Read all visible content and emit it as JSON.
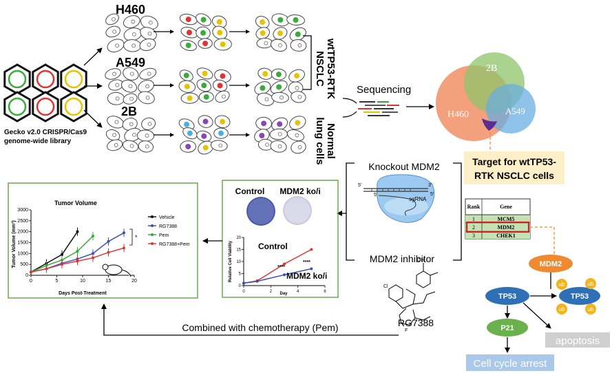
{
  "labels": {
    "h460": "H460",
    "a549": "A549",
    "b2": "2B",
    "nsclc_line1": "wtTP53-RTK",
    "nsclc_line2": "NSCLC",
    "normal_line1": "Normal",
    "normal_line2": "lung cells",
    "library_line1": "Gecko v2.0 CRISPR/Cas9",
    "library_line2": "genome-wide library",
    "sequencing": "Sequencing",
    "target_line1": "Target for wtTP53-",
    "target_line2": "RTK NSCLC cells",
    "knockout": "Knockout MDM2",
    "sgrna": "sgRNA",
    "inhibitor": "MDM2 inhibitor",
    "drug": "RG7388",
    "combined": "Combined with chemotherapy (Pem)",
    "plate_control": "Control",
    "plate_ko": "MDM2 ko/i",
    "mdm2": "MDM2",
    "tp53": "TP53",
    "tp53_ub": "TP53",
    "ub": "ub",
    "p21": "P21",
    "apoptosis": "apoptosis",
    "cell_cycle": "Cell cycle arrest"
  },
  "venn": {
    "labels": [
      "2B",
      "H460",
      "A549"
    ],
    "colors": [
      "#8fc46a",
      "#f08a5c",
      "#6aaee0",
      "#5b2d8e"
    ]
  },
  "rank_table": {
    "headers": [
      "Rank",
      "Gene"
    ],
    "rows": [
      [
        "1",
        "MCM5"
      ],
      [
        "2",
        "MDM2"
      ],
      [
        "3",
        "CHEK1"
      ]
    ]
  },
  "chart_data": [
    {
      "type": "line",
      "title": "Tumor Volume",
      "xlabel": "Days Post-Treatment",
      "ylabel": "Tumor Volume (mm³)",
      "xlim": [
        0,
        20
      ],
      "ylim": [
        0,
        3000
      ],
      "xticks": [
        "0",
        "5",
        "10",
        "15",
        "20"
      ],
      "yticks": [
        "0",
        "500",
        "1000",
        "1500",
        "2000",
        "2500",
        "3000"
      ],
      "legend_position": "right",
      "significance": "*",
      "series": [
        {
          "name": "Vehicle",
          "color": "#111111",
          "x": [
            0,
            3,
            6,
            9
          ],
          "y": [
            150,
            550,
            950,
            2000
          ]
        },
        {
          "name": "RG7388",
          "color": "#3a4fbf",
          "x": [
            0,
            3,
            6,
            9,
            12,
            15,
            18
          ],
          "y": [
            150,
            300,
            550,
            750,
            1000,
            1550,
            1950
          ]
        },
        {
          "name": "Pem",
          "color": "#3aaa3a",
          "x": [
            0,
            3,
            6,
            9,
            12
          ],
          "y": [
            150,
            450,
            700,
            1100,
            1800
          ]
        },
        {
          "name": "RG7388+Pem",
          "color": "#e03333",
          "x": [
            0,
            3,
            6,
            9,
            12,
            15,
            18
          ],
          "y": [
            150,
            300,
            500,
            650,
            800,
            1050,
            1250
          ]
        }
      ]
    },
    {
      "type": "line",
      "title": "",
      "xlabel": "Day",
      "ylabel": "Relative Cell Viability",
      "xlim": [
        0,
        6
      ],
      "ylim": [
        0,
        20
      ],
      "xticks": [
        "0",
        "2",
        "4",
        "6"
      ],
      "yticks": [
        "0",
        "5",
        "10",
        "15",
        "20"
      ],
      "annotations": [
        "****",
        "****"
      ],
      "series": [
        {
          "name": "Control",
          "color": "#e03333",
          "x": [
            0,
            1,
            3,
            5
          ],
          "y": [
            1,
            2,
            9,
            15
          ]
        },
        {
          "name": "MDM2 ko/i",
          "color": "#3a4fbf",
          "x": [
            0,
            1,
            3,
            5
          ],
          "y": [
            1,
            1.8,
            4.5,
            7
          ]
        }
      ]
    }
  ]
}
